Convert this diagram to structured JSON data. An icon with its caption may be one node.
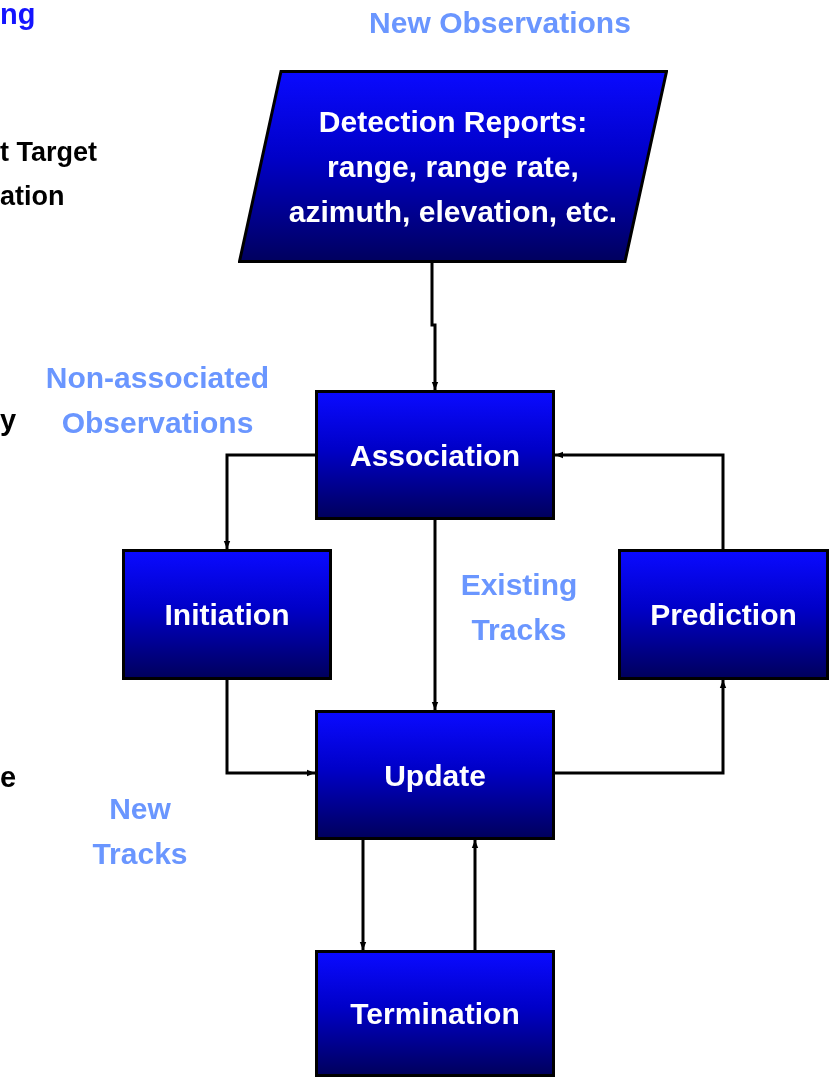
{
  "diagram": {
    "nodes": [
      {
        "text": [
          "Detection Reports: range, range rate, azimuth, elevation, etc."
        ],
        "beside": [
          "New Observations"
        ]
      },
      {
        "text": [
          "Association"
        ]
      },
      {
        "text": [
          "Initiation"
        ]
      },
      {
        "text": [
          "Prediction"
        ]
      },
      {
        "text": [
          "Update"
        ]
      },
      {
        "text": [
          "Termination"
        ]
      }
    ],
    "edges": [
      {
        "from": 0,
        "to": 1,
        "arrow": "to"
      },
      {
        "from": 1,
        "to": 2,
        "arrow": "to",
        "label": "Non-associated Observations"
      },
      {
        "from": 3,
        "to": 1,
        "arrow": "to"
      },
      {
        "from": 1,
        "to": 4,
        "arrow": "to",
        "label": "Existing Tracks"
      },
      {
        "from": 2,
        "to": 4,
        "arrow": "to",
        "label": "New Tracks"
      },
      {
        "from": 4,
        "to": 3,
        "arrow": "to"
      },
      {
        "from": 4,
        "to": 5,
        "arrow": "to"
      },
      {
        "from": 5,
        "to": 4,
        "arrow": "to"
      }
    ],
    "labels": [
      "ng",
      "t Target ation",
      "y",
      "e"
    ]
  }
}
